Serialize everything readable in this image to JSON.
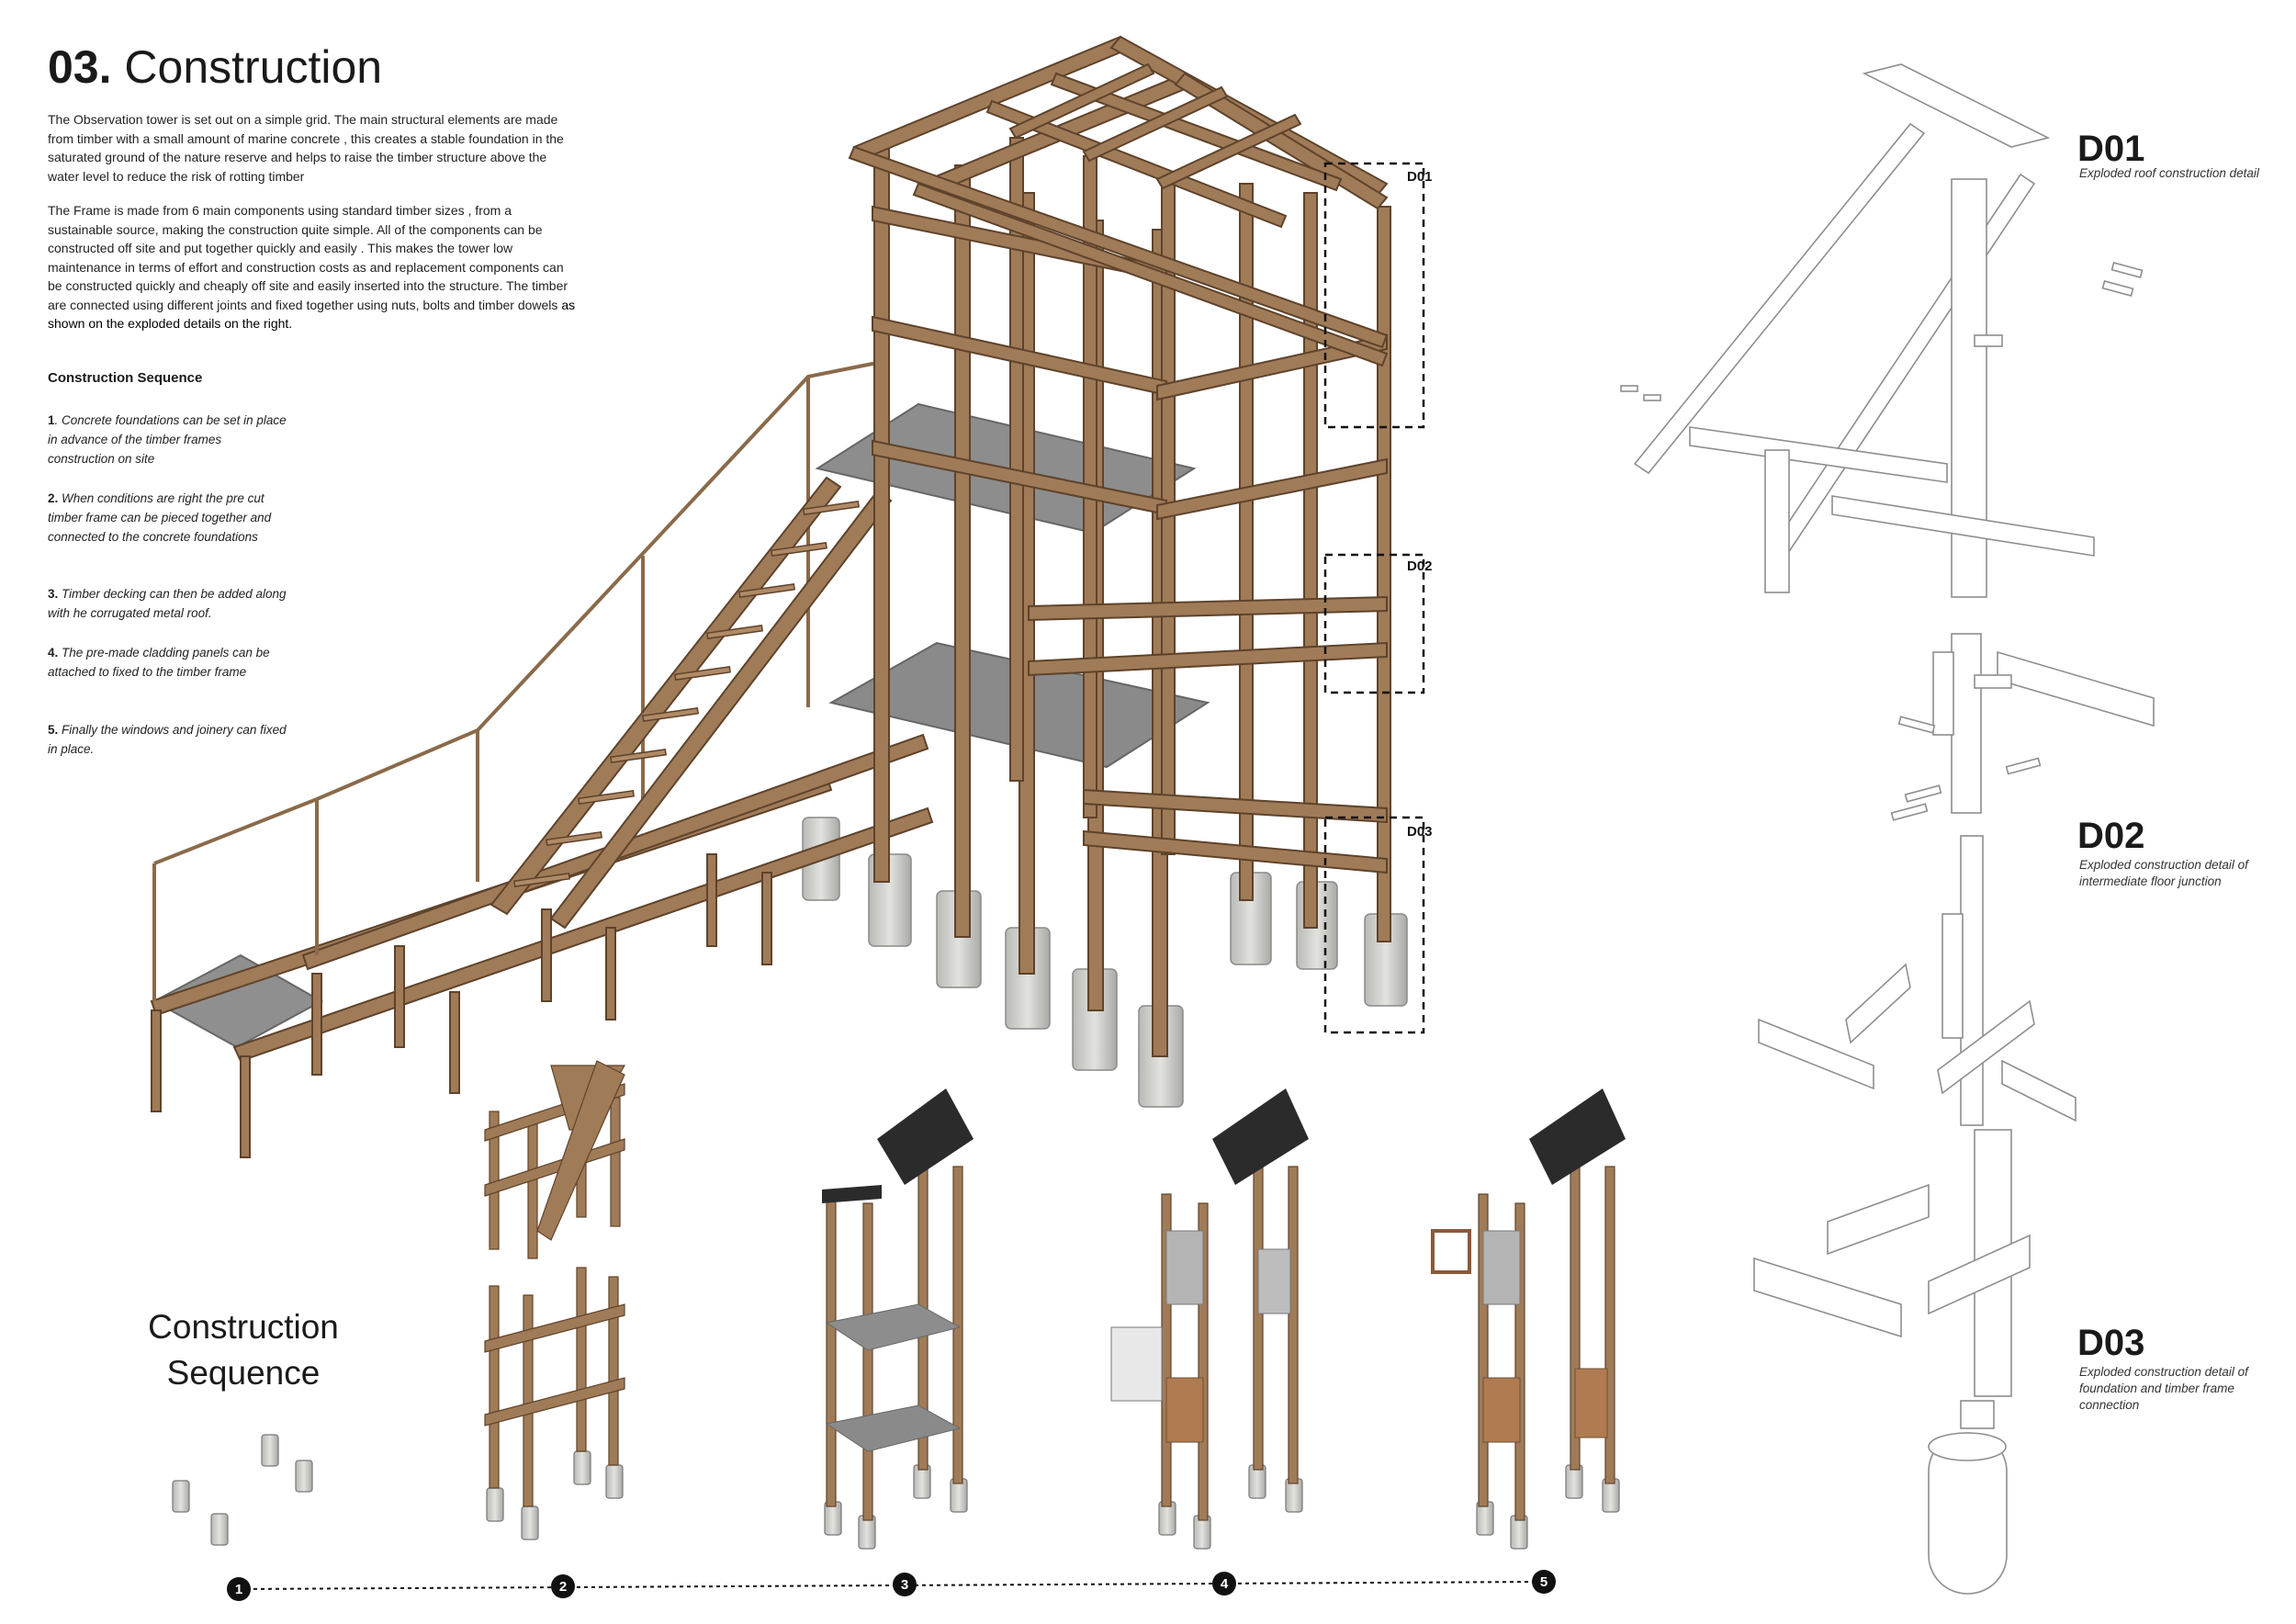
{
  "header": {
    "title_number": "03.",
    "title_text": "Construction"
  },
  "intro": {
    "paragraph_1": "The Observation tower is set out on a simple grid. The main structural elements are made from timber with a small amount of marine concrete , this creates a stable foundation in the saturated ground of the nature reserve and helps to raise the timber structure above the water level to reduce the risk of rotting timber",
    "paragraph_2": "The Frame is made from 6 main components using standard timber sizes , from a sustainable source, making the construction quite simple. All of the components can be constructed off site and put together quickly and easily . This makes the tower low maintenance in terms of effort and construction costs as and replacement components can be constructed quickly and cheaply off site and easily inserted into the structure.  The timber are connected using different joints  and fixed  together using nuts, bolts and timber dowels ",
    "paragraph_2_emphasis": "as shown on the exploded details on the right."
  },
  "sequence": {
    "heading": "Construction Sequence",
    "steps": [
      {
        "number": "1",
        "text": ". Concrete foundations can be set in place in advance of the timber frames construction on site"
      },
      {
        "number": "2.",
        "text": " When conditions are right the pre cut timber frame can be pieced together and connected to the concrete foundations"
      },
      {
        "number": "3.",
        "text": "  Timber decking can then be added along with he corrugated metal roof."
      },
      {
        "number": "4.",
        "text": " The pre-made cladding panels can be attached to fixed to the timber frame"
      },
      {
        "number": "5.",
        "text": " Finally the windows and joinery can fixed in place."
      }
    ],
    "big_label_line1": "Construction",
    "big_label_line2": "Sequence",
    "stage_markers": [
      "1",
      "2",
      "3",
      "4",
      "5"
    ]
  },
  "callouts": [
    "D01",
    "D02",
    "D03"
  ],
  "details": [
    {
      "code": "D01",
      "description": "Exploded roof construction detail"
    },
    {
      "code": "D02",
      "description": "Exploded construction detail of intermediate floor junction"
    },
    {
      "code": "D03",
      "description": "Exploded construction detail of foundation and timber frame connection"
    }
  ],
  "colors": {
    "timber": "#a07b58",
    "timber_dark": "#6e5036",
    "concrete": "#c9c9c6",
    "decking": "#8d8d8d",
    "roof": "#2b2b2b",
    "detail_line": "#9a9a9a"
  }
}
